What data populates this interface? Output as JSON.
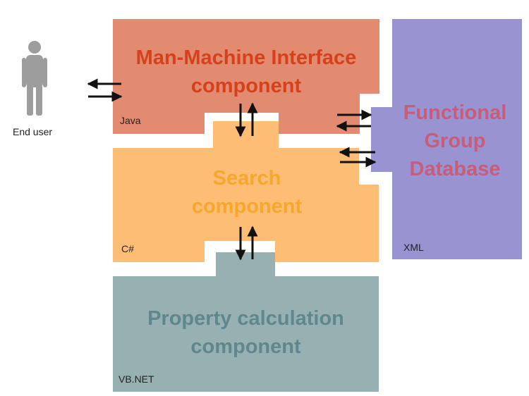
{
  "actor": {
    "label": "End user",
    "icon": "person-icon"
  },
  "components": {
    "mmi": {
      "title": "Man-Machine Interface\ncomponent",
      "language": "Java",
      "fill": "#e28b70",
      "text_color": "#d5411b"
    },
    "search": {
      "title": "Search\ncomponent",
      "language": "C#",
      "fill": "#fdbd75",
      "text_color": "#f6a72c"
    },
    "property": {
      "title": "Property calculation\ncomponent",
      "language": "VB.NET",
      "fill": "#97b1b3",
      "text_color": "#60878c"
    },
    "database": {
      "title": "Functional\nGroup\nDatabase",
      "language": "XML",
      "fill": "#9a93d2",
      "text_color": "#c65d7a"
    }
  },
  "arrow_color": "#111111"
}
